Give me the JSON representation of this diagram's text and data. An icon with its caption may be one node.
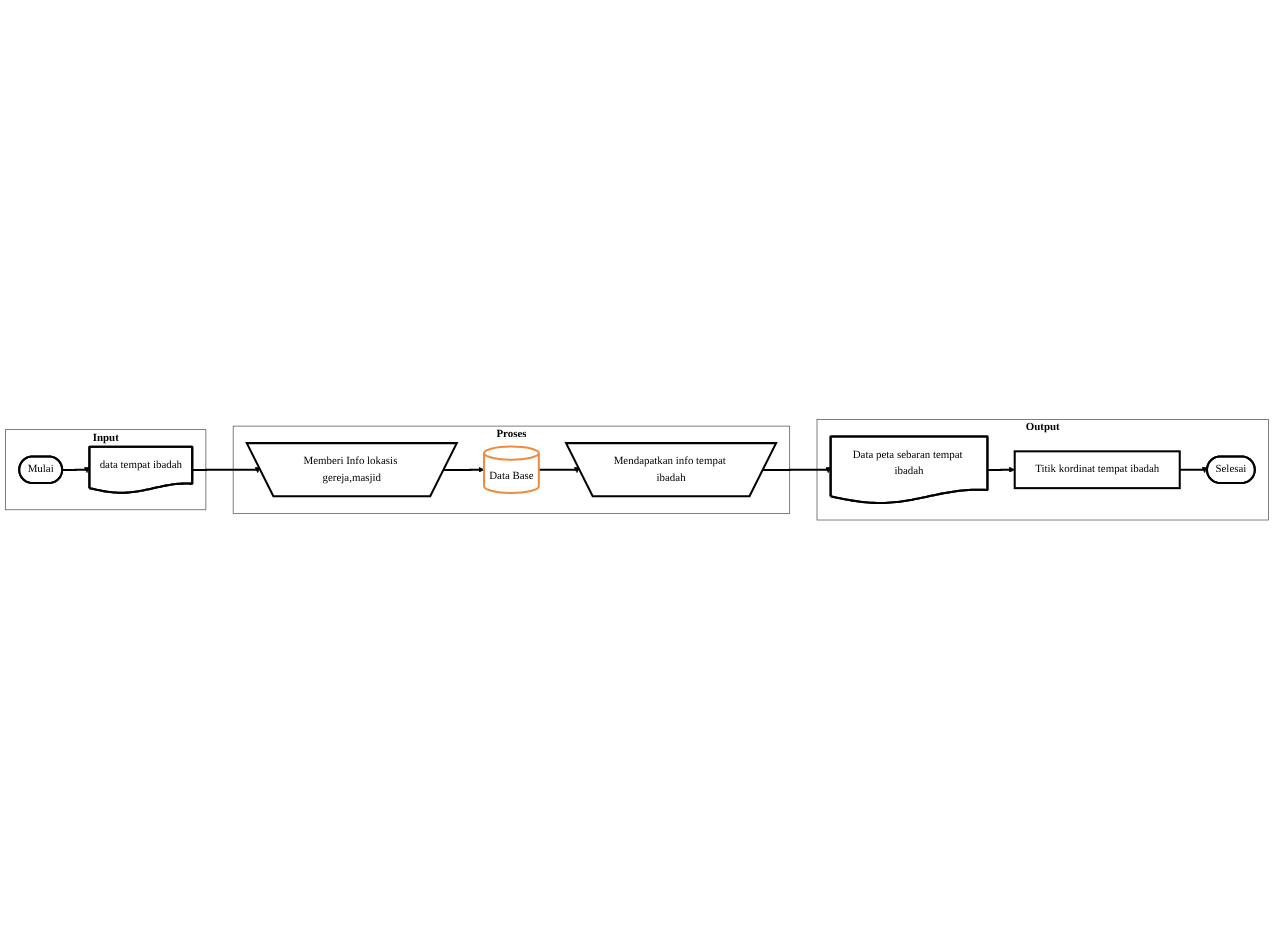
{
  "diagram": {
    "nodes": [
      {
        "text": [
          "Input"
        ]
      },
      {
        "text": [
          "Mulai"
        ],
        "in": 0
      },
      {
        "text": [
          "data tempat ibadah"
        ],
        "in": 0
      },
      {
        "text": [
          "Proses"
        ]
      },
      {
        "text": [
          "Memberi Info lokasis gereja,masjid"
        ],
        "in": 3
      },
      {
        "text": [
          "Data Base"
        ],
        "in": 3
      },
      {
        "text": [
          "Mendapatkan info tempat ibadah"
        ],
        "in": 3
      },
      {
        "text": [
          "Output"
        ]
      },
      {
        "text": [
          "Data peta sebaran tempat ibadah"
        ],
        "in": 7
      },
      {
        "text": [
          "Titik kordinat tempat ibadah"
        ],
        "in": 7
      },
      {
        "text": [
          "Selesai"
        ],
        "in": 7
      }
    ],
    "edges": [
      {
        "from": 1,
        "to": 2,
        "arrow": "to"
      },
      {
        "from": 2,
        "to": 4,
        "arrow": "to"
      },
      {
        "from": 4,
        "to": 5,
        "arrow": "to"
      },
      {
        "from": 5,
        "to": 6,
        "arrow": "to"
      },
      {
        "from": 6,
        "to": 8,
        "arrow": "to"
      },
      {
        "from": 8,
        "to": 9,
        "arrow": "to"
      },
      {
        "from": 9,
        "to": 10,
        "arrow": "to"
      }
    ]
  }
}
